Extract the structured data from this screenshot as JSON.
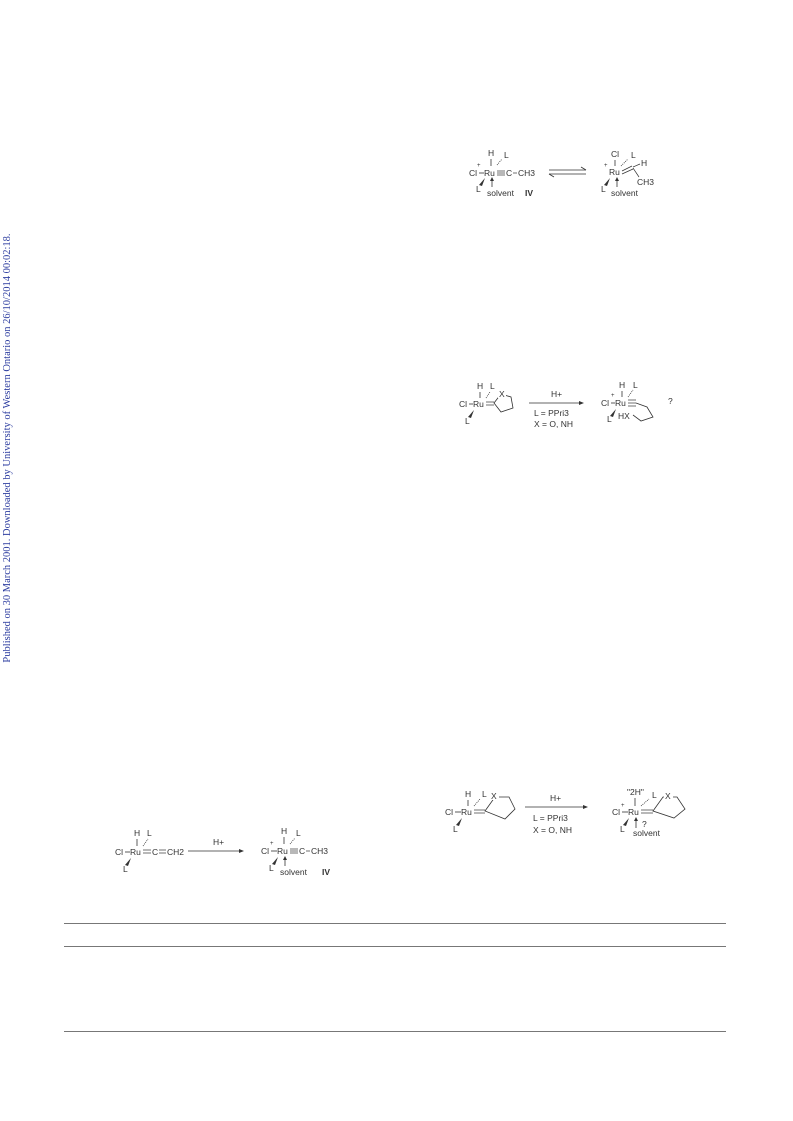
{
  "sidebar": {
    "text": "Published on 30 March 2001. Downloaded by University of Western Ontario on 26/10/2014 00:02:18."
  },
  "schemes": {
    "top_right": {
      "left": {
        "cl": "Cl",
        "ru": "Ru",
        "h": "H",
        "l_top": "L",
        "l_bottom": "L",
        "carbyne": "C",
        "methyl": "CH3",
        "solvent": "solvent",
        "label": "IV",
        "plus": "+"
      },
      "right": {
        "cl_top": "Cl",
        "l_top": "L",
        "ru": "Ru",
        "h": "H",
        "methyl": "CH3",
        "l_bottom": "L",
        "solvent": "solvent",
        "plus": "+"
      }
    },
    "middle_right": {
      "left": {
        "h": "H",
        "l_top": "L",
        "x": "X",
        "cl": "Cl",
        "ru": "Ru",
        "l_bottom": "L"
      },
      "arrow": {
        "above": "H+",
        "below1": "L = PPri3",
        "below2": "X = O, NH"
      },
      "right": {
        "h": "H",
        "l_top": "L",
        "plus": "+",
        "cl": "Cl",
        "ru": "Ru",
        "l_bottom": "L",
        "hx": "HX",
        "question": "?"
      }
    },
    "bottom_right": {
      "left": {
        "h": "H",
        "l_top": "L",
        "x": "X",
        "cl": "Cl",
        "ru": "Ru",
        "l_bottom": "L"
      },
      "arrow": {
        "above": "H+",
        "below1": "L = PPri3",
        "below2": "X = O, NH"
      },
      "right": {
        "h2": "\"2H\"",
        "l_top": "L",
        "x": "X",
        "plus": "+",
        "cl": "Cl",
        "ru": "Ru",
        "l_bottom": "L",
        "question": "?",
        "solvent": "solvent"
      }
    },
    "bottom_left": {
      "left": {
        "h": "H",
        "l_top": "L",
        "cl": "Cl",
        "ru": "Ru",
        "c": "C",
        "ch2": "CH2",
        "l_bottom": "L"
      },
      "arrow": {
        "above": "H+"
      },
      "right": {
        "h": "H",
        "l_top": "L",
        "plus": "+",
        "cl": "Cl",
        "ru": "Ru",
        "c": "C",
        "methyl": "CH3",
        "l_bottom": "L",
        "solvent": "solvent",
        "label": "IV"
      }
    }
  }
}
